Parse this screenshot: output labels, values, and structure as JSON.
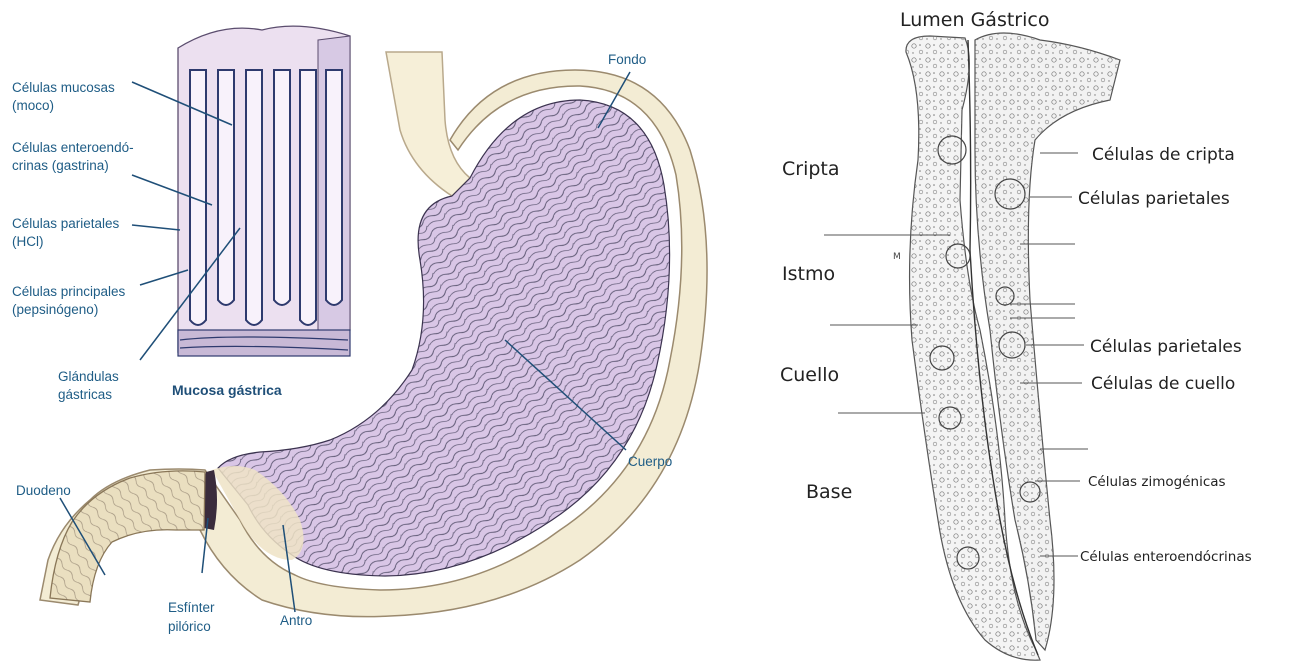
{
  "left": {
    "labels": {
      "mucosas_1": "Células mucosas",
      "mucosas_2": "(moco)",
      "entero_1": "Células enteroendó-",
      "entero_2": "crinas (gastrina)",
      "parietales_1": "Células parietales",
      "parietales_2": "(HCl)",
      "principales_1": "Células principales",
      "principales_2": "(pepsinógeno)",
      "glandulas_1": "Glándulas",
      "glandulas_2": "gástricas",
      "mucosa_gastrica": "Mucosa gástrica",
      "fondo": "Fondo",
      "cuerpo": "Cuerpo",
      "duodeno": "Duodeno",
      "esfinter_1": "Esfínter",
      "esfinter_2": "pilórico",
      "antro": "Antro"
    },
    "colors": {
      "stomach": "#d9c6e6",
      "mucosa": "#ece0f0",
      "esophagus": "#f6efd8",
      "label": "#1f5d86"
    }
  },
  "right": {
    "title": "Lumen Gástrico",
    "regions": {
      "cripta": "Cripta",
      "istmo": "Istmo",
      "cuello": "Cuello",
      "base": "Base"
    },
    "cells": {
      "cripta": "Células de cripta",
      "parietales_1": "Células parietales",
      "parietales_2": "Células parietales",
      "cuello": "Células de cuello",
      "zimogenicas": "Células zimogénicas",
      "enteroendocrinas": "Células enteroendócrinas"
    },
    "marker": "M"
  }
}
